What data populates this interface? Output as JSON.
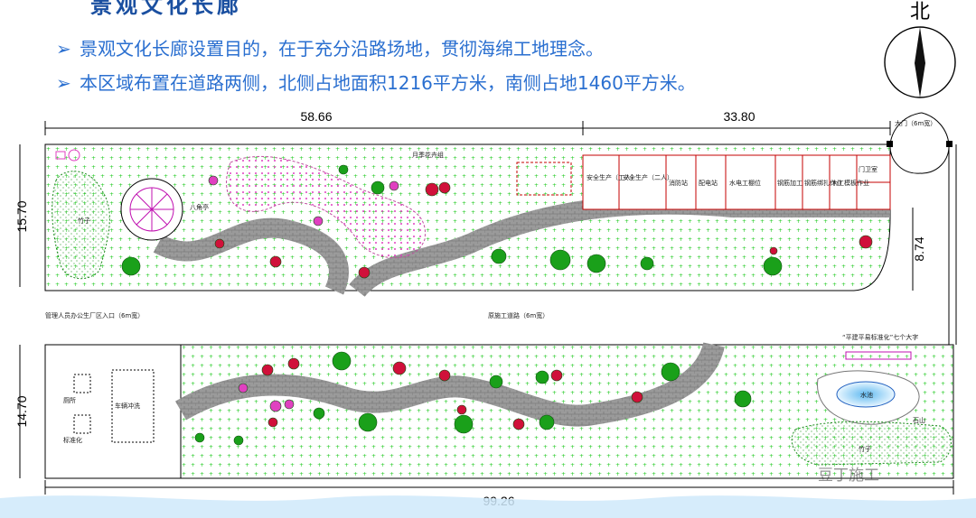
{
  "heading_fragment": "景观文化长廊",
  "bullets": [
    "景观文化长廊设置目的，在于充分沿路场地，贯彻海绵工地理念。",
    "本区域布置在道路两侧，北侧占地面积1216平方米，南侧占地1460平方米。"
  ],
  "north_label": "北",
  "dimensions": {
    "north_length_a": "58.66",
    "north_length_b": "33.80",
    "north_width": "15.70",
    "north_inner_width": "8.74",
    "south_width": "14.70",
    "total_length": "99.26"
  },
  "labels": {
    "gate": "大门（6m宽）",
    "pavilion": "八角亭",
    "rockery_north": "竹子",
    "bamboo_south": "竹子",
    "pond": "水池",
    "pond_rock": "石山",
    "flowers_north": "月季花卉组",
    "road_entry": "管理人员办公生厂区入口（6m宽）",
    "main_road": "原施工道路（6m宽）",
    "slogan": "“平建平易标准化”七个大字",
    "toilet": "厕所",
    "vehicle_wash": "车辆冲洗",
    "lab": "标准化",
    "rooms": [
      "安全生产（工人）",
      "安全生产（二人）",
      "消防站",
      "配电站",
      "水电工棚位",
      "钢筋加工",
      "钢筋绑扎作业",
      "木工模板作业",
      "门卫室"
    ]
  },
  "watermark": "豆丁施工",
  "colors": {
    "bullet_text": "#2a6fd0",
    "path": "#8c8c8c",
    "tree_green": "#1aa01a",
    "flower_red": "#d0103a",
    "pink": "#e040c0",
    "grass": "#18c818"
  }
}
